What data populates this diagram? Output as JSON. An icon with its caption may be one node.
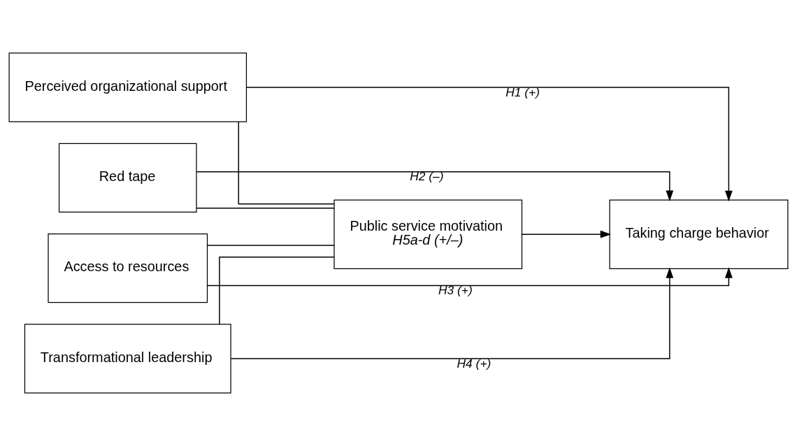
{
  "diagram": {
    "nodes": [
      {
        "text": [
          "Perceived organizational support"
        ]
      },
      {
        "text": [
          "Red tape"
        ]
      },
      {
        "text": [
          "Access to resources"
        ]
      },
      {
        "text": [
          "Transformational leadership"
        ]
      },
      {
        "text": [
          "Public service motivation",
          "H5a-d (+/–)"
        ]
      },
      {
        "text": [
          "Taking charge behavior"
        ]
      }
    ],
    "edges": [
      {
        "from": 0,
        "to": 5,
        "arrow": "to",
        "label": "H1 (+)"
      },
      {
        "from": 1,
        "to": 5,
        "arrow": "to",
        "label": "H2 (–)"
      },
      {
        "from": 0,
        "to": 4,
        "arrow": "none"
      },
      {
        "from": 1,
        "to": 4,
        "arrow": "none"
      },
      {
        "from": 2,
        "to": 4,
        "arrow": "none"
      },
      {
        "from": 3,
        "to": 4,
        "arrow": "none"
      },
      {
        "from": 4,
        "to": 5,
        "arrow": "to"
      },
      {
        "from": 2,
        "to": 5,
        "arrow": "to",
        "label": "H3 (+)"
      },
      {
        "from": 3,
        "to": 5,
        "arrow": "to",
        "label": "H4 (+)"
      }
    ]
  }
}
